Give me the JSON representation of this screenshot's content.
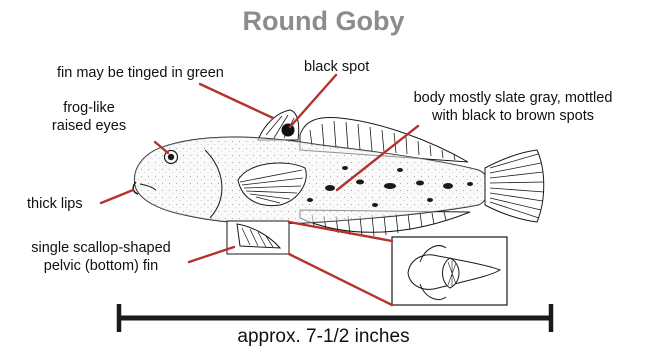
{
  "title": "Round Goby",
  "labels": {
    "fin_green": "fin may be tinged in green",
    "black_spot": "black spot",
    "eyes_line1": "frog-like",
    "eyes_line2": "raised eyes",
    "body_line1": "body mostly slate gray, mottled",
    "body_line2": "with black to brown spots",
    "lips": "thick lips",
    "pelvic_line1": "single scallop-shaped",
    "pelvic_line2": "pelvic (bottom) fin"
  },
  "scale_label": "approx. 7-1/2 inches",
  "colors": {
    "title": "#8c8c8c",
    "leader": "#b5332e",
    "ink": "#1a1a1a"
  }
}
